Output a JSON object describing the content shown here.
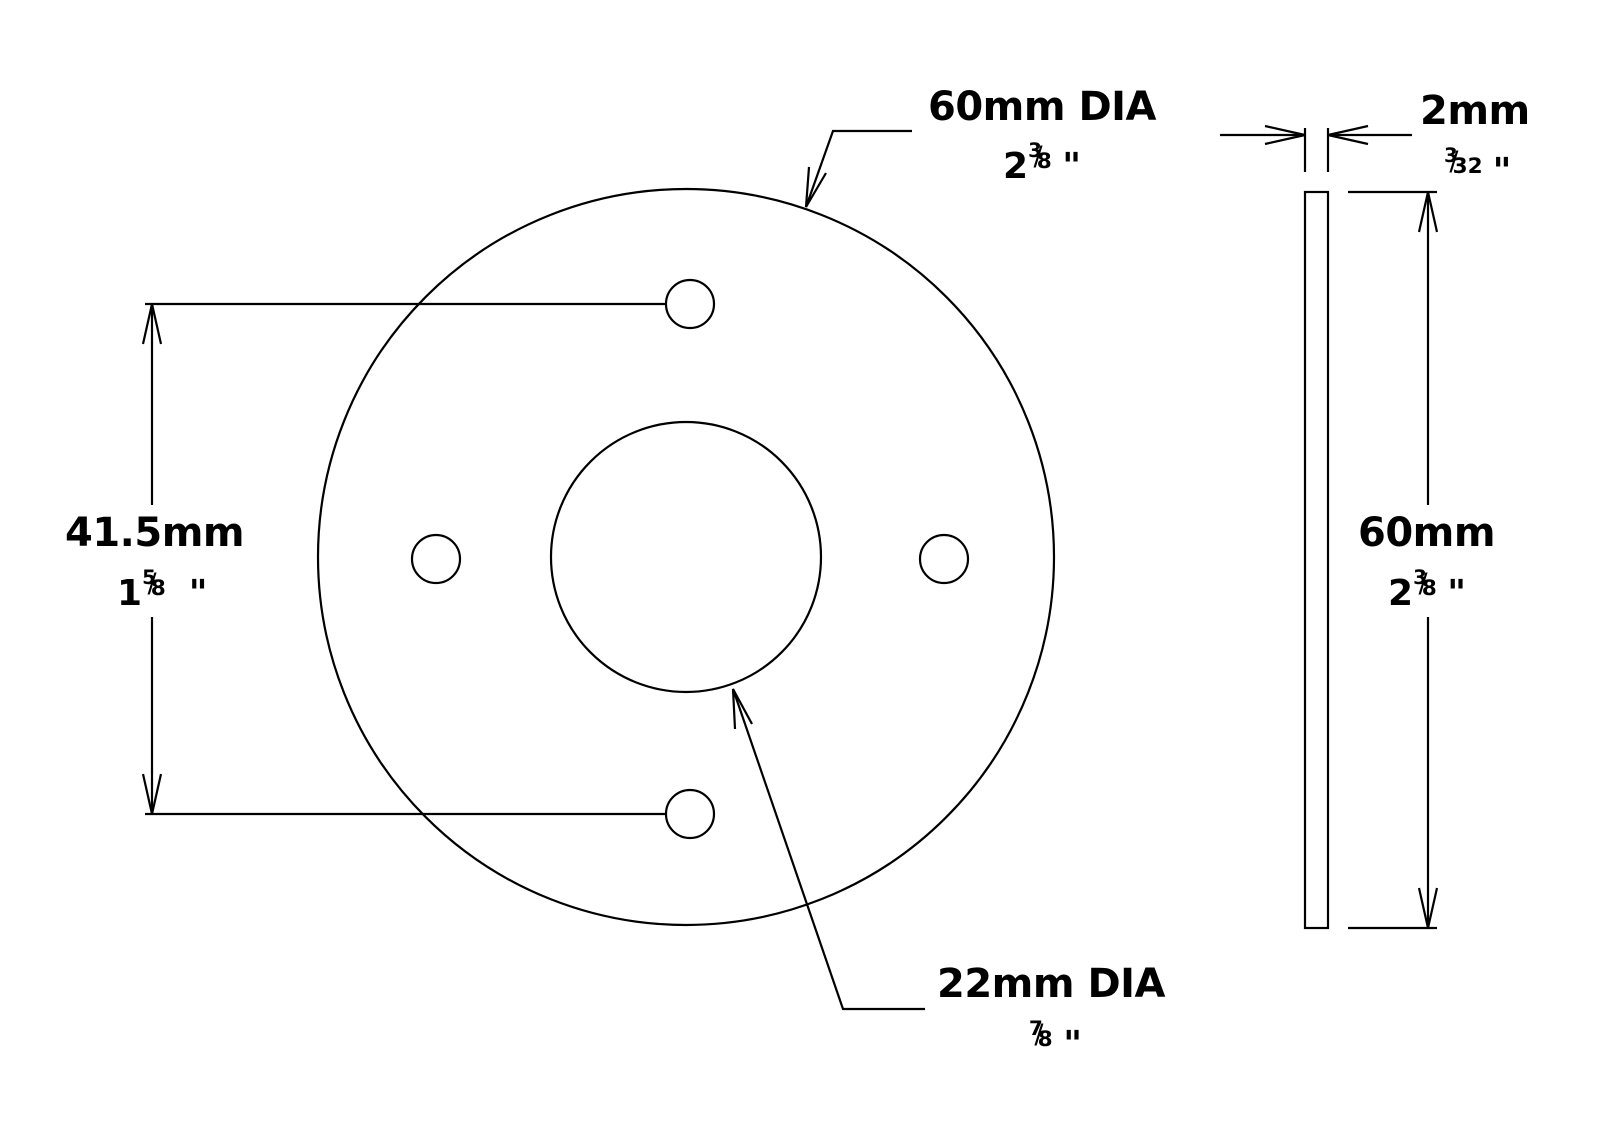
{
  "outer_diameter": {
    "metric": "60mm DIA",
    "imperial": {
      "whole": "2",
      "num": "3",
      "den": "8",
      "mark": "\""
    }
  },
  "bore_diameter": {
    "metric": "22mm DIA",
    "imperial": {
      "whole": "",
      "num": "7",
      "den": "8",
      "mark": "\""
    }
  },
  "hole_spacing": {
    "metric": "41.5mm",
    "imperial": {
      "whole": "1",
      "num": "5",
      "den": "8",
      "mark": " \""
    }
  },
  "thickness": {
    "metric": "2mm",
    "imperial": {
      "whole": "",
      "num": "3",
      "den": "32",
      "mark": "\""
    }
  },
  "side_height": {
    "metric": "60mm",
    "imperial": {
      "whole": "2",
      "num": "3",
      "den": "8",
      "mark": "\""
    }
  },
  "colors": {
    "line": "#000000",
    "background": "#ffffff"
  }
}
